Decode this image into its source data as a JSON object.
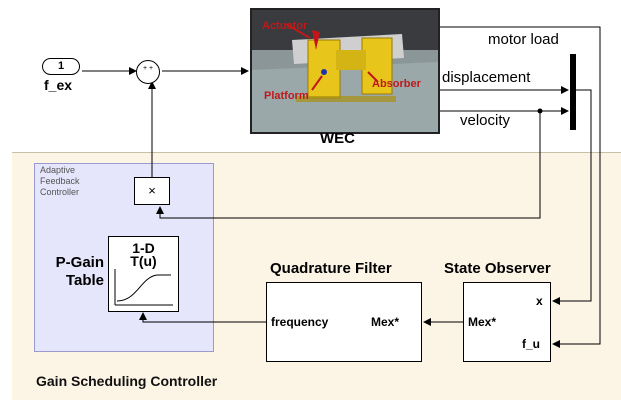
{
  "inport": {
    "number": "1",
    "name": "f_ex"
  },
  "sum_block": {
    "signs": "+ +"
  },
  "product_block": {
    "symbol": "×"
  },
  "wec": {
    "title": "WEC",
    "photo_labels": {
      "actuator": "Actuator",
      "platform": "Platform",
      "absorber": "Absorber"
    },
    "outputs": [
      "motor load",
      "displacement",
      "velocity"
    ]
  },
  "adaptive_feedback": {
    "title": [
      "Adaptive",
      "Feedback",
      "Controller"
    ]
  },
  "lookup_table": {
    "header": "1-D",
    "function": "T(u)",
    "name": [
      "P-Gain",
      "Table"
    ]
  },
  "quadrature_filter": {
    "title": "Quadrature Filter",
    "input_port": "frequency",
    "output_port": "Mex*"
  },
  "state_observer": {
    "title": "State Observer",
    "input_port_in": "Mex*",
    "port_x": "x",
    "port_fu": "f_u"
  },
  "gain_scheduling": {
    "title": "Gain Scheduling Controller"
  },
  "colors": {
    "controller_area": "#fcf5e6",
    "adaptive_area": "#e5e5fb",
    "photo_label": "#c0181a",
    "actuator_body": "#e8c51b"
  }
}
